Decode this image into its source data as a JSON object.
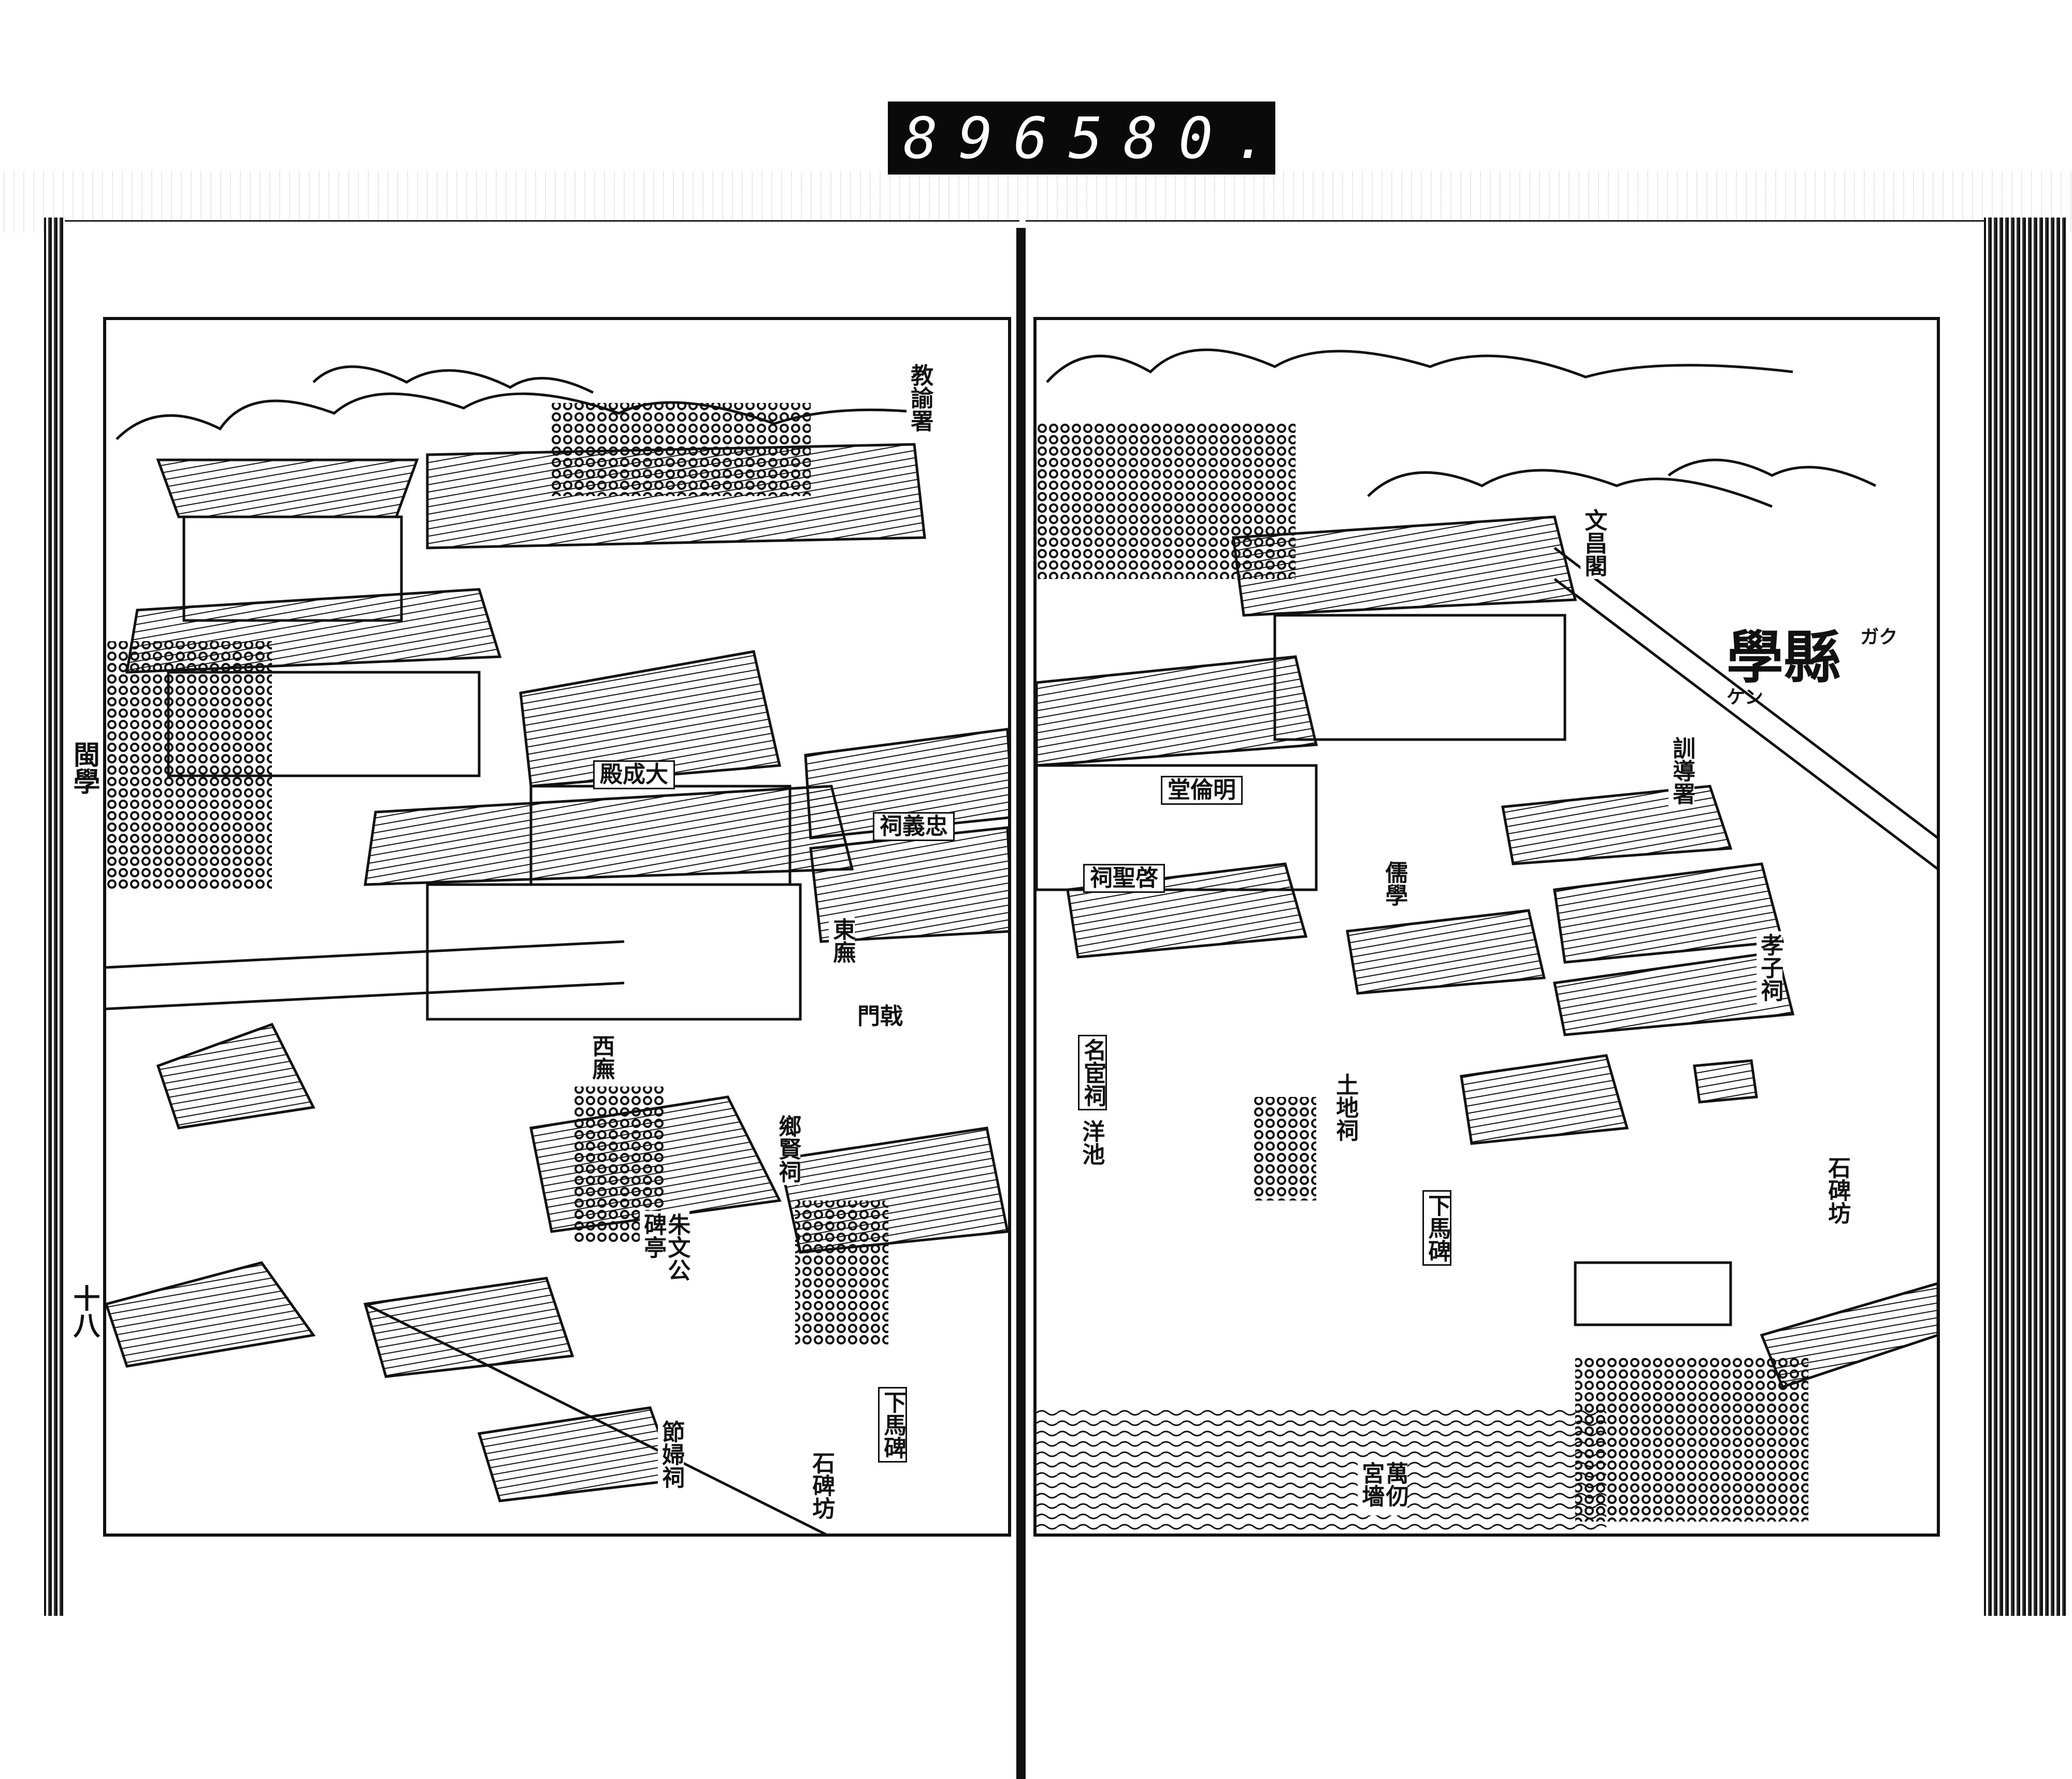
{
  "counter": {
    "left": "896",
    "right": "580."
  },
  "margin": {
    "title": "閩學",
    "page_number": "十八"
  },
  "left_panel": {
    "labels": {
      "jiaoyu_shu": "教諭署",
      "dacheng_dian": "殿成大",
      "zhongyi_ci": "祠義忠",
      "dong_wu": "東廡",
      "xi_wu": "西廡",
      "ji_men": "門戟",
      "xiangxian_ci": "鄉賢祠",
      "zhuwengong_beiting": "朱文公碑亭",
      "jiefu_ci": "節婦祠",
      "shibeifang": "石碑坊",
      "xiamabei": "下馬碑"
    }
  },
  "right_panel": {
    "title": "縣學",
    "title_ruby": {
      "xian": "ケン",
      "xue": "ガク"
    },
    "labels": {
      "wenchang_ge": "文昌閣",
      "xundao_shu": "訓導署",
      "minglun_tang": "堂倫明",
      "qisheng_ci": "祠聖啓",
      "ru_xue": "儒學",
      "xiaozi_ci": "孝子祠",
      "minghuan_ci": "名宦祠",
      "pan_chi": "洋池",
      "tudi_ci": "土地祠",
      "xiamabei": "下馬碑",
      "shibeifang": "石碑坊",
      "wanren_gongqiang": "萬仞宮墻"
    }
  }
}
